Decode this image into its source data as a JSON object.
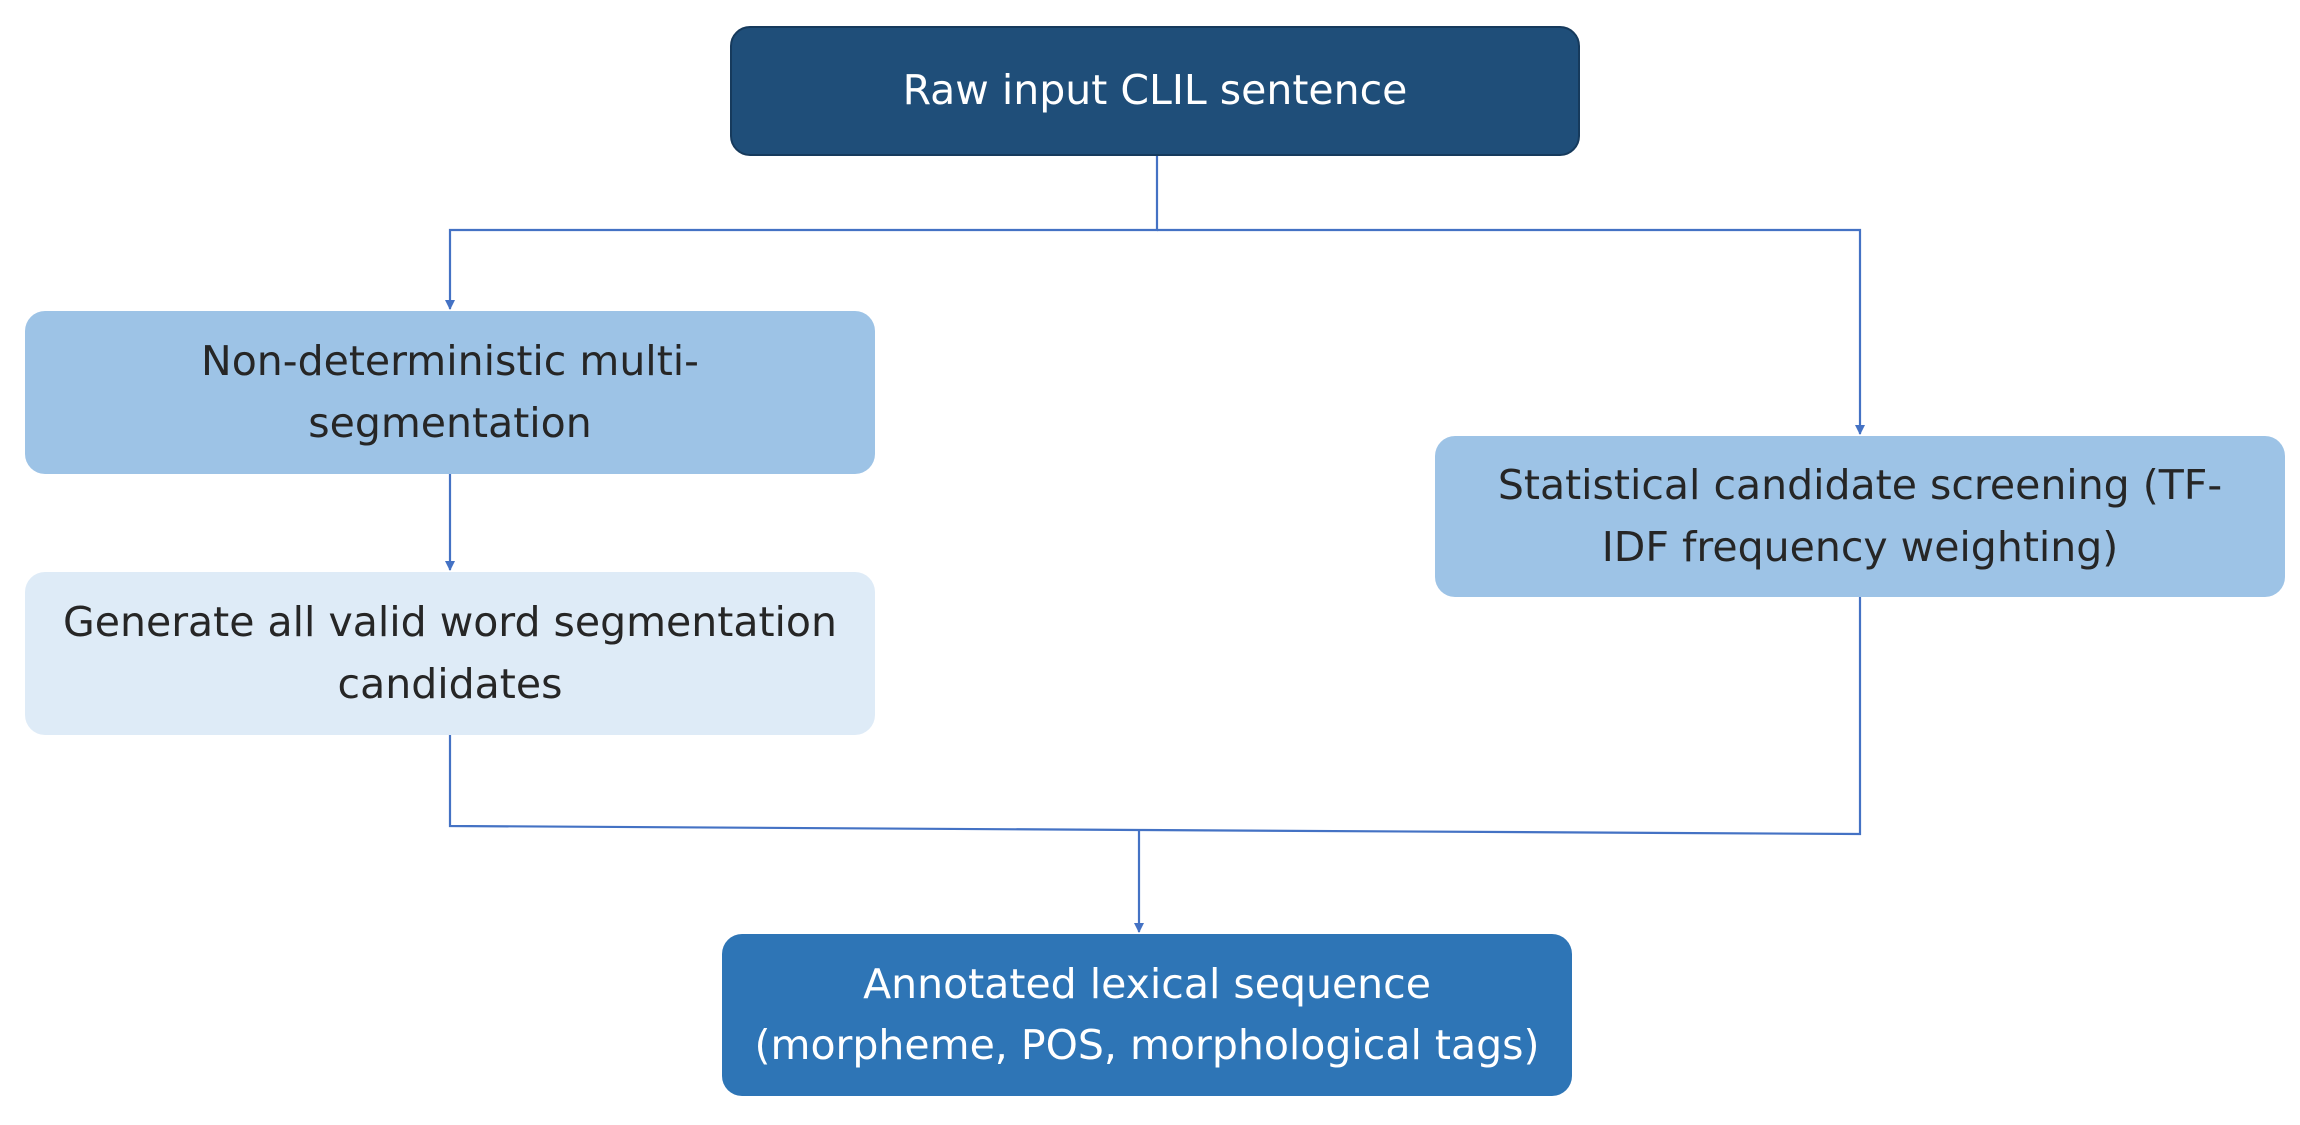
{
  "diagram": {
    "nodes": {
      "raw_input": {
        "lines": [
          "Raw input CLIL sentence"
        ]
      },
      "multi_segmentation": {
        "lines": [
          "Non-deterministic multi-",
          "segmentation"
        ]
      },
      "generate_candidates": {
        "lines": [
          "Generate all valid word segmentation",
          "candidates"
        ]
      },
      "statistical_screening": {
        "lines": [
          "Statistical candidate screening (TF-",
          "IDF frequency weighting)"
        ]
      },
      "annotated_sequence": {
        "lines": [
          "Annotated lexical sequence",
          "(morpheme, POS, morphological tags)"
        ]
      }
    },
    "edges": [
      {
        "from": "raw_input",
        "to": "multi_segmentation"
      },
      {
        "from": "raw_input",
        "to": "statistical_screening"
      },
      {
        "from": "multi_segmentation",
        "to": "generate_candidates"
      },
      {
        "from": "generate_candidates",
        "to": "annotated_sequence"
      },
      {
        "from": "statistical_screening",
        "to": "annotated_sequence"
      }
    ],
    "colors": {
      "connector": "#4472c4",
      "raw_input_fill": "#1f4e79",
      "multi_segmentation_fill": "#9dc3e6",
      "generate_candidates_fill": "#deebf7",
      "statistical_screening_fill": "#9dc3e6",
      "annotated_sequence_fill": "#2e75b6"
    }
  }
}
